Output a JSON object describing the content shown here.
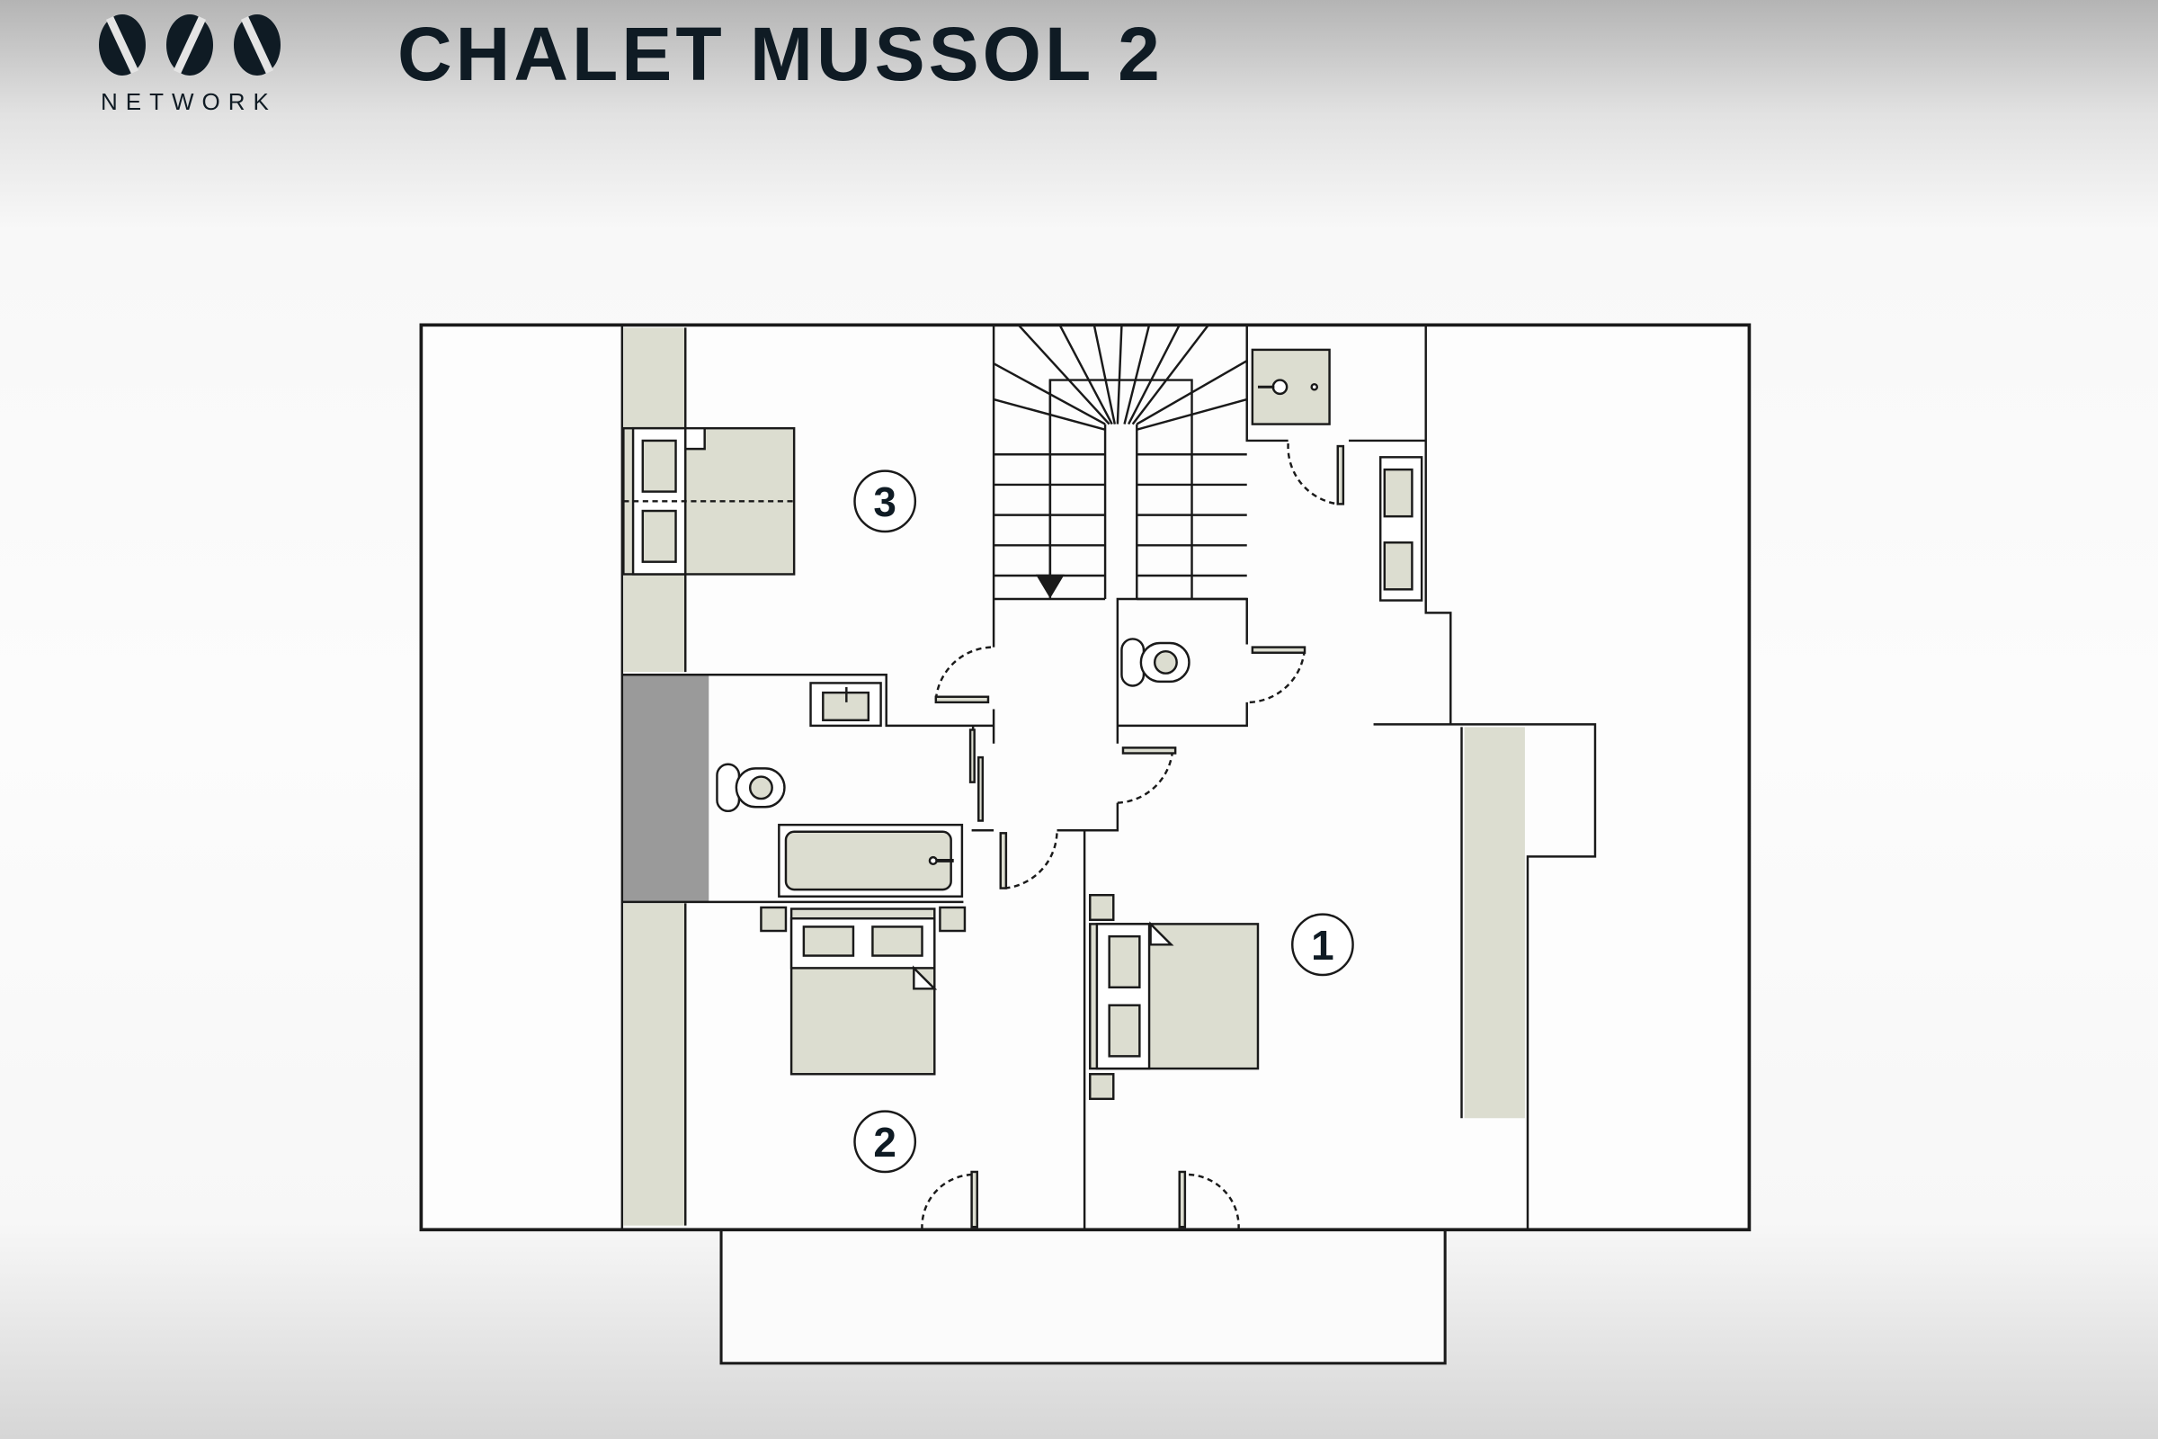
{
  "header": {
    "logo_text": "NETWORK",
    "title": "CHALET MUSSOL 2"
  },
  "floorplan": {
    "rooms": [
      {
        "label": "1",
        "type": "bedroom"
      },
      {
        "label": "2",
        "type": "bedroom"
      },
      {
        "label": "3",
        "type": "bedroom"
      }
    ],
    "colors": {
      "furniture": "#dcddd0",
      "line": "#1a1a1a",
      "shaft": "#9a9a9a"
    }
  }
}
